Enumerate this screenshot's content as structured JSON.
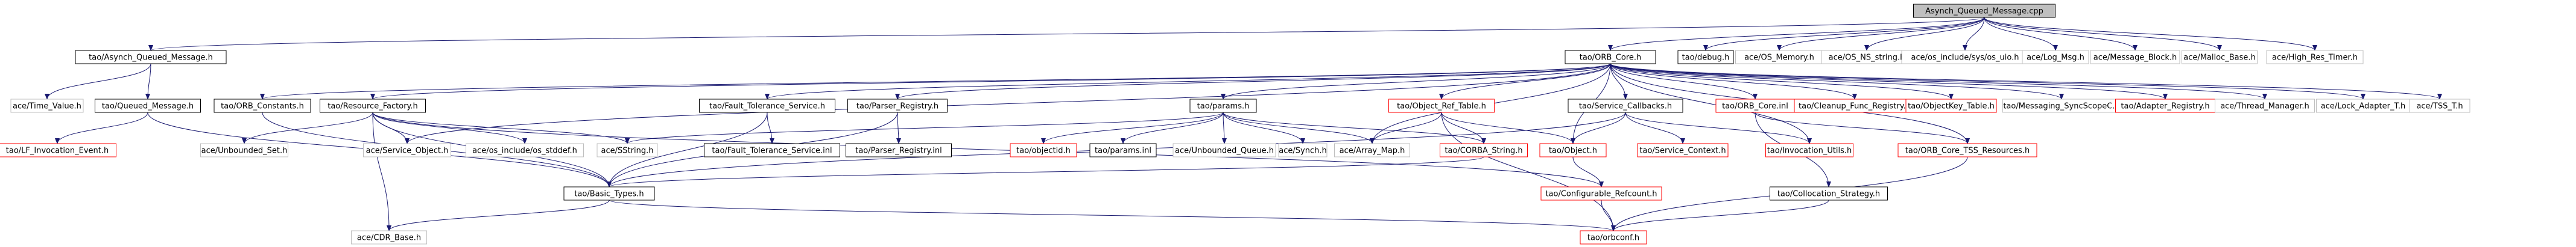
{
  "nodes": [
    {
      "id": "root",
      "label": "Asynch_Queued_Message.cpp",
      "style": "root"
    },
    {
      "id": "aqm_h",
      "label": "tao/Asynch_Queued_Message.h",
      "style": "black"
    },
    {
      "id": "orb_core",
      "label": "tao/ORB_Core.h",
      "style": "black"
    },
    {
      "id": "debug",
      "label": "tao/debug.h",
      "style": "black"
    },
    {
      "id": "os_memory",
      "label": "ace/OS_Memory.h",
      "style": "gray"
    },
    {
      "id": "os_ns_string",
      "label": "ace/OS_NS_string.h",
      "style": "gray"
    },
    {
      "id": "os_uio",
      "label": "ace/os_include/sys/os_uio.h",
      "style": "gray"
    },
    {
      "id": "log_msg",
      "label": "ace/Log_Msg.h",
      "style": "gray"
    },
    {
      "id": "message_block",
      "label": "ace/Message_Block.h",
      "style": "gray"
    },
    {
      "id": "malloc_base",
      "label": "ace/Malloc_Base.h",
      "style": "gray"
    },
    {
      "id": "high_res_timer",
      "label": "ace/High_Res_Timer.h",
      "style": "gray"
    },
    {
      "id": "time_value",
      "label": "ace/Time_Value.h",
      "style": "gray"
    },
    {
      "id": "queued_message",
      "label": "tao/Queued_Message.h",
      "style": "black"
    },
    {
      "id": "lf_invocation_event",
      "label": "tao/LF_Invocation_Event.h",
      "style": "red"
    },
    {
      "id": "orb_constants",
      "label": "tao/ORB_Constants.h",
      "style": "black"
    },
    {
      "id": "resource_factory",
      "label": "tao/Resource_Factory.h",
      "style": "black"
    },
    {
      "id": "fault_tolerance_service",
      "label": "tao/Fault_Tolerance_Service.h",
      "style": "black"
    },
    {
      "id": "parser_registry",
      "label": "tao/Parser_Registry.h",
      "style": "black"
    },
    {
      "id": "params",
      "label": "tao/params.h",
      "style": "black"
    },
    {
      "id": "object_ref_table",
      "label": "tao/Object_Ref_Table.h",
      "style": "red"
    },
    {
      "id": "service_callbacks",
      "label": "tao/Service_Callbacks.h",
      "style": "black"
    },
    {
      "id": "orb_core_inl",
      "label": "tao/ORB_Core.inl",
      "style": "red"
    },
    {
      "id": "cleanup_func_registry",
      "label": "tao/Cleanup_Func_Registry.h",
      "style": "red"
    },
    {
      "id": "objectkey_table",
      "label": "tao/ObjectKey_Table.h",
      "style": "red"
    },
    {
      "id": "messaging_syncscopec",
      "label": "tao/Messaging_SyncScopeC.h",
      "style": "gray"
    },
    {
      "id": "adapter_registry",
      "label": "tao/Adapter_Registry.h",
      "style": "red"
    },
    {
      "id": "thread_manager",
      "label": "ace/Thread_Manager.h",
      "style": "gray"
    },
    {
      "id": "lock_adapter_t",
      "label": "ace/Lock_Adapter_T.h",
      "style": "gray"
    },
    {
      "id": "tss_t",
      "label": "ace/TSS_T.h",
      "style": "gray"
    },
    {
      "id": "unbounded_set",
      "label": "ace/Unbounded_Set.h",
      "style": "gray"
    },
    {
      "id": "service_object",
      "label": "ace/Service_Object.h",
      "style": "gray"
    },
    {
      "id": "os_stddef",
      "label": "ace/os_include/os_stddef.h",
      "style": "gray"
    },
    {
      "id": "sstring",
      "label": "ace/SString.h",
      "style": "gray"
    },
    {
      "id": "fault_tolerance_service_inl",
      "label": "tao/Fault_Tolerance_Service.inl",
      "style": "black"
    },
    {
      "id": "parser_registry_inl",
      "label": "tao/Parser_Registry.inl",
      "style": "black"
    },
    {
      "id": "objectid",
      "label": "tao/objectid.h",
      "style": "red"
    },
    {
      "id": "params_inl",
      "label": "tao/params.inl",
      "style": "black"
    },
    {
      "id": "unbounded_queue",
      "label": "ace/Unbounded_Queue.h",
      "style": "gray"
    },
    {
      "id": "synch",
      "label": "ace/Synch.h",
      "style": "gray"
    },
    {
      "id": "array_map",
      "label": "ace/Array_Map.h",
      "style": "gray"
    },
    {
      "id": "corba_string",
      "label": "tao/CORBA_String.h",
      "style": "red"
    },
    {
      "id": "object_h",
      "label": "tao/Object.h",
      "style": "red"
    },
    {
      "id": "service_context",
      "label": "tao/Service_Context.h",
      "style": "red"
    },
    {
      "id": "invocation_utils",
      "label": "tao/Invocation_Utils.h",
      "style": "red"
    },
    {
      "id": "orb_core_tss_resources",
      "label": "tao/ORB_Core_TSS_Resources.h",
      "style": "red"
    },
    {
      "id": "basic_types",
      "label": "tao/Basic_Types.h",
      "style": "black"
    },
    {
      "id": "configurable_refcount",
      "label": "tao/Configurable_Refcount.h",
      "style": "red"
    },
    {
      "id": "collocation_strategy",
      "label": "tao/Collocation_Strategy.h",
      "style": "black"
    },
    {
      "id": "cdr_base",
      "label": "ace/CDR_Base.h",
      "style": "gray"
    },
    {
      "id": "orbconf",
      "label": "tao/orbconf.h",
      "style": "red"
    }
  ],
  "edges": [
    [
      "root",
      "aqm_h"
    ],
    [
      "root",
      "orb_core"
    ],
    [
      "root",
      "debug"
    ],
    [
      "root",
      "os_memory"
    ],
    [
      "root",
      "os_ns_string"
    ],
    [
      "root",
      "os_uio"
    ],
    [
      "root",
      "log_msg"
    ],
    [
      "root",
      "message_block"
    ],
    [
      "root",
      "malloc_base"
    ],
    [
      "root",
      "high_res_timer"
    ],
    [
      "aqm_h",
      "time_value"
    ],
    [
      "aqm_h",
      "queued_message"
    ],
    [
      "queued_message",
      "lf_invocation_event"
    ],
    [
      "queued_message",
      "basic_types"
    ],
    [
      "orb_core",
      "orb_constants"
    ],
    [
      "orb_core",
      "resource_factory"
    ],
    [
      "orb_core",
      "fault_tolerance_service"
    ],
    [
      "orb_core",
      "parser_registry"
    ],
    [
      "orb_core",
      "params"
    ],
    [
      "orb_core",
      "object_ref_table"
    ],
    [
      "orb_core",
      "service_callbacks"
    ],
    [
      "orb_core",
      "orb_core_inl"
    ],
    [
      "orb_core",
      "cleanup_func_registry"
    ],
    [
      "orb_core",
      "objectkey_table"
    ],
    [
      "orb_core",
      "messaging_syncscopec"
    ],
    [
      "orb_core",
      "adapter_registry"
    ],
    [
      "orb_core",
      "thread_manager"
    ],
    [
      "orb_core",
      "lock_adapter_t"
    ],
    [
      "orb_core",
      "tss_t"
    ],
    [
      "orb_core",
      "orb_core_tss_resources"
    ],
    [
      "orb_core",
      "object_h"
    ],
    [
      "orb_core",
      "array_map"
    ],
    [
      "orb_core",
      "service_object"
    ],
    [
      "orb_core",
      "invocation_utils"
    ],
    [
      "orb_constants",
      "basic_types"
    ],
    [
      "resource_factory",
      "unbounded_set"
    ],
    [
      "resource_factory",
      "service_object"
    ],
    [
      "resource_factory",
      "os_stddef"
    ],
    [
      "resource_factory",
      "sstring"
    ],
    [
      "resource_factory",
      "basic_types"
    ],
    [
      "resource_factory",
      "cdr_base"
    ],
    [
      "resource_factory",
      "configurable_refcount"
    ],
    [
      "fault_tolerance_service",
      "fault_tolerance_service_inl"
    ],
    [
      "fault_tolerance_service",
      "basic_types"
    ],
    [
      "parser_registry",
      "parser_registry_inl"
    ],
    [
      "parser_registry",
      "basic_types"
    ],
    [
      "params",
      "objectid"
    ],
    [
      "params",
      "params_inl"
    ],
    [
      "params",
      "unbounded_queue"
    ],
    [
      "params",
      "synch"
    ],
    [
      "params",
      "array_map"
    ],
    [
      "params",
      "corba_string"
    ],
    [
      "params",
      "sstring"
    ],
    [
      "object_ref_table",
      "array_map"
    ],
    [
      "object_ref_table",
      "corba_string"
    ],
    [
      "object_ref_table",
      "object_h"
    ],
    [
      "object_ref_table",
      "orbconf"
    ],
    [
      "service_callbacks",
      "object_h"
    ],
    [
      "service_callbacks",
      "service_context"
    ],
    [
      "service_callbacks",
      "invocation_utils"
    ],
    [
      "service_callbacks",
      "basic_types"
    ],
    [
      "orb_core_inl",
      "orb_core_tss_resources"
    ],
    [
      "orb_core_inl",
      "collocation_strategy"
    ],
    [
      "object_h",
      "configurable_refcount"
    ],
    [
      "corba_string",
      "basic_types"
    ],
    [
      "basic_types",
      "cdr_base"
    ],
    [
      "basic_types",
      "orbconf"
    ],
    [
      "configurable_refcount",
      "orbconf"
    ],
    [
      "collocation_strategy",
      "orbconf"
    ],
    [
      "orb_core_tss_resources",
      "orbconf"
    ]
  ],
  "colors": {
    "edge": "#191970",
    "red": "#ff0000",
    "black": "#000000",
    "gray": "#bfbfbf",
    "root_fill": "#bfbfbf"
  }
}
